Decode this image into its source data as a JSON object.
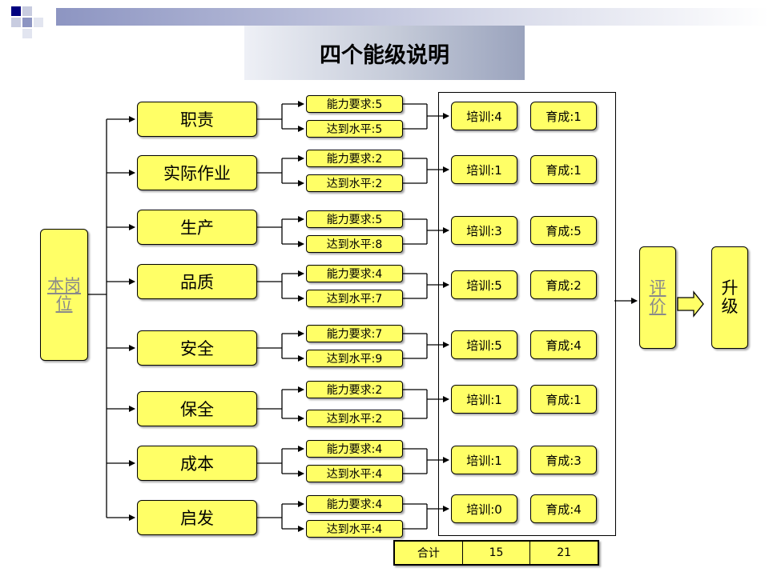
{
  "title": "四个能级说明",
  "root": {
    "line1": "本岗",
    "line2": "位"
  },
  "evaluate": {
    "line1": "评",
    "line2": "价"
  },
  "upgrade": {
    "line1": "升",
    "line2": "级"
  },
  "rows": [
    {
      "category": "职责",
      "ability": "能力要求:5",
      "level": "达到水平:5",
      "training": "培训:4",
      "cultivation": "育成:1"
    },
    {
      "category": "实际作业",
      "ability": "能力要求:2",
      "level": "达到水平:2",
      "training": "培训:1",
      "cultivation": "育成:1"
    },
    {
      "category": "生产",
      "ability": "能力要求:5",
      "level": "达到水平:8",
      "training": "培训:3",
      "cultivation": "育成:5"
    },
    {
      "category": "品质",
      "ability": "能力要求:4",
      "level": "达到水平:7",
      "training": "培训:5",
      "cultivation": "育成:2"
    },
    {
      "category": "安全",
      "ability": "能力要求:7",
      "level": "达到水平:9",
      "training": "培训:5",
      "cultivation": "育成:4"
    },
    {
      "category": "保全",
      "ability": "能力要求:2",
      "level": "达到水平:2",
      "training": "培训:1",
      "cultivation": "育成:1"
    },
    {
      "category": "成本",
      "ability": "能力要求:4",
      "level": "达到水平:4",
      "training": "培训:1",
      "cultivation": "育成:3"
    },
    {
      "category": "启发",
      "ability": "能力要求:4",
      "level": "达到水平:4",
      "training": "培训:0",
      "cultivation": "育成:4"
    }
  ],
  "total": {
    "label": "合计",
    "training": "15",
    "cultivation": "21"
  },
  "colors": {
    "box_fill": "#ffff66",
    "accent": "#00007f"
  }
}
